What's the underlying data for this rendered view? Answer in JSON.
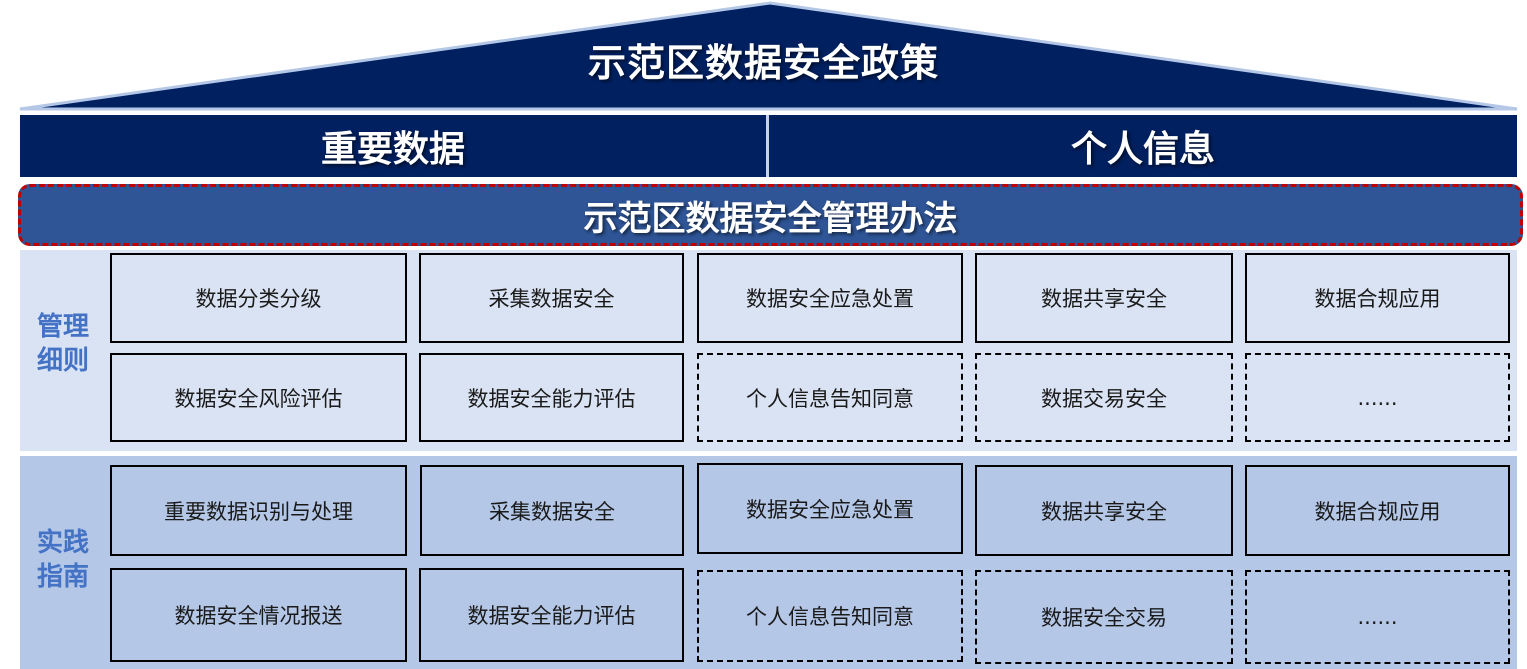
{
  "roof": {
    "title": "示范区数据安全政策",
    "fill_color": "#002060",
    "edge_color": "#b4c7e7"
  },
  "header": {
    "left": "重要数据",
    "right": "个人信息",
    "background": "#002060"
  },
  "measures": {
    "title": "示范区数据安全管理办法",
    "background": "#2f5597",
    "border_color": "#c00000"
  },
  "sections": [
    {
      "label_line1": "管理",
      "label_line2": "细则",
      "background": "#dae3f3",
      "rows": [
        [
          "数据分类分级",
          "采集数据安全",
          "数据安全应急处置",
          "数据共享安全",
          "数据合规应用"
        ],
        [
          "数据安全风险评估",
          "数据安全能力评估",
          "个人信息告知同意",
          "数据交易安全",
          "......"
        ]
      ]
    },
    {
      "label_line1": "实践",
      "label_line2": "指南",
      "background": "#b4c7e7",
      "rows": [
        [
          "重要数据识别与处理",
          "采集数据安全",
          "数据安全应急处置",
          "数据共享安全",
          "数据合规应用"
        ],
        [
          "数据安全情况报送",
          "数据安全能力评估",
          "个人信息告知同意",
          "数据安全交易",
          "......"
        ]
      ]
    }
  ],
  "label_color": "#4472c4"
}
